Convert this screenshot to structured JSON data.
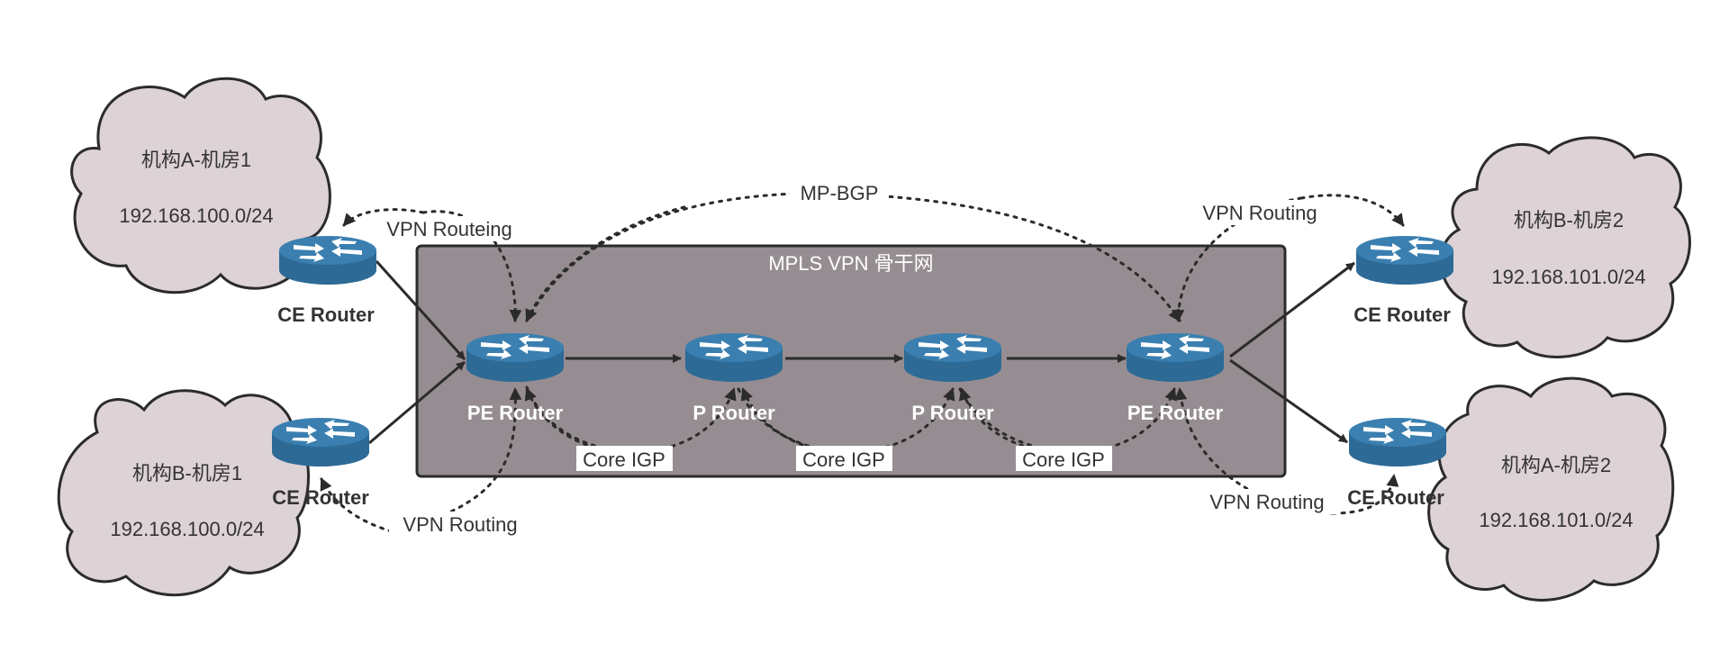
{
  "backbone": {
    "title": "MPLS VPN 骨干网",
    "fill": "#968d92",
    "stroke": "#2b2b2b"
  },
  "routers": {
    "ce_a1": "CE Router",
    "ce_b1": "CE Router",
    "pe_left": "PE Router",
    "p_1": "P Router",
    "p_2": "P Router",
    "pe_right": "PE Router",
    "ce_b2": "CE Router",
    "ce_a2": "CE Router"
  },
  "sites": {
    "a1": {
      "name": "机构A-机房1",
      "subnet": "192.168.100.0/24"
    },
    "b1": {
      "name": "机构B-机房1",
      "subnet": "192.168.100.0/24"
    },
    "b2": {
      "name": "机构B-机房2",
      "subnet": "192.168.101.0/24"
    },
    "a2": {
      "name": "机构A-机房2",
      "subnet": "192.168.101.0/24"
    }
  },
  "protocols": {
    "mp_bgp": "MP-BGP",
    "vpn_top_left": "VPN Routeing",
    "vpn_bottom_left": "VPN Routing",
    "vpn_top_right": "VPN Routing",
    "vpn_bottom_right": "VPN Routing",
    "core_igp_1": "Core IGP",
    "core_igp_2": "Core IGP",
    "core_igp_3": "Core IGP"
  },
  "colors": {
    "router": "#2d6a96",
    "router_top": "#3a7fb0",
    "cloud": "#ddd2d6",
    "link": "#2b2b2b"
  }
}
